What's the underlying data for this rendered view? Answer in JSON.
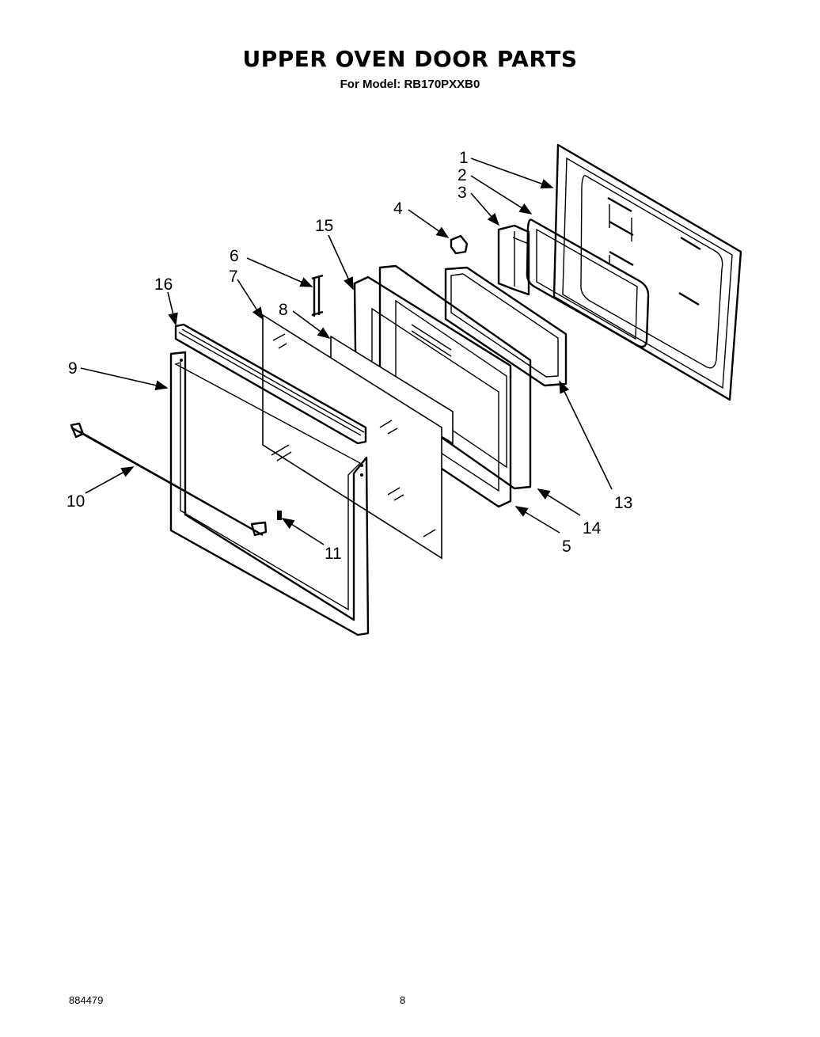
{
  "title": "UPPER OVEN DOOR PARTS",
  "subtitle": "For Model: RB170PXXB0",
  "footer": {
    "doc_number": "884479",
    "page": "8"
  },
  "callouts": [
    "1",
    "2",
    "3",
    "4",
    "15",
    "6",
    "7",
    "16",
    "8",
    "9",
    "10",
    "11",
    "5",
    "14",
    "13"
  ]
}
